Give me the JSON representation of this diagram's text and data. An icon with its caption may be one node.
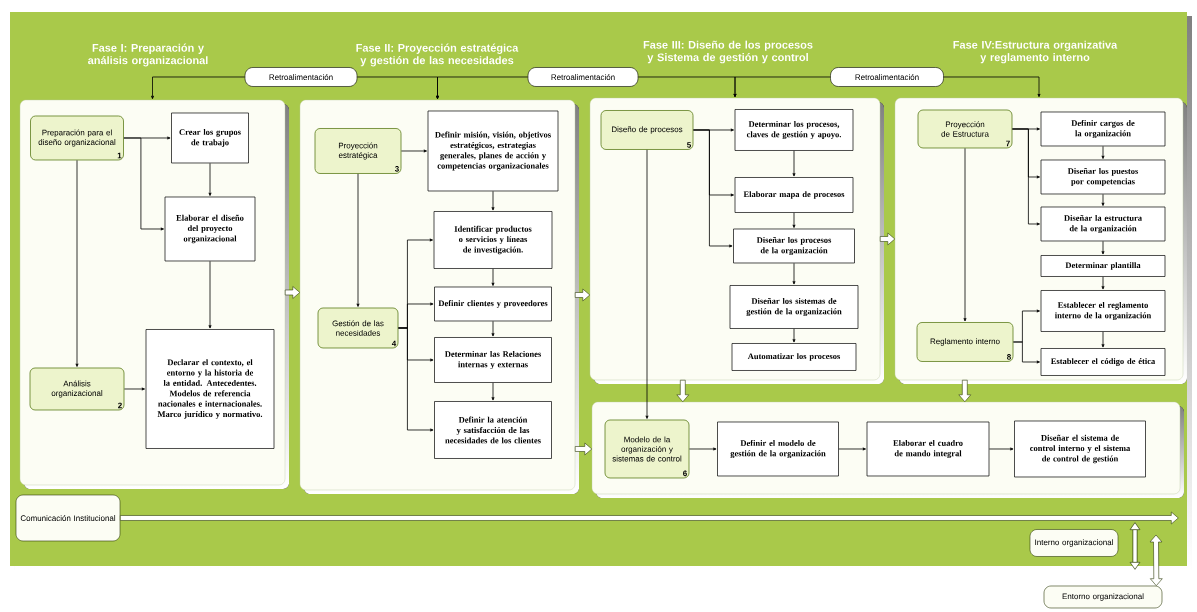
{
  "diagram": {
    "nodes": [
      {
        "text": [],
        "shape": "box"
      },
      {
        "text": [
          "Preparación para el diseño organizacional",
          "1"
        ],
        "in": 0
      },
      {
        "text": [
          "Crear los grupos de trabajo"
        ],
        "in": 0
      },
      {
        "text": [
          "Elaborar el diseño del proyecto organizacional"
        ],
        "in": 0
      },
      {
        "text": [
          "Análisis organizacional",
          "2"
        ],
        "in": 0
      },
      {
        "text": [
          "Declarar el contexto, el entorno y la historia de la entidad. Antecedentes. Modelos de referencia nacionales e internacionales. Marco jurídico y normativo."
        ],
        "in": 0
      },
      {
        "text": [],
        "shape": "box"
      },
      {
        "text": [
          "Proyección estratégica",
          "3"
        ],
        "in": 6
      },
      {
        "text": [
          "Definir misión, visión, objetivos estratégicos, estrategias generales, planes de acción y competencias organizacionales"
        ],
        "in": 6
      },
      {
        "text": [
          "Gestión de las necesidades",
          "4"
        ],
        "in": 6
      },
      {
        "text": [
          "Identificar productos o servicios y líneas de investigación."
        ],
        "in": 6
      },
      {
        "text": [
          "Definir clientes y proveedores"
        ],
        "in": 6
      },
      {
        "text": [
          "Determinar las Relaciones internas y externas"
        ],
        "in": 6
      },
      {
        "text": [
          "Definir la atención y satisfacción de las necesidades de los clientes"
        ],
        "in": 6
      },
      {
        "text": [],
        "shape": "box"
      },
      {
        "text": [
          "Diseño de procesos",
          "5"
        ],
        "in": 14
      },
      {
        "text": [
          "Determinar los procesos, claves de gestión y apoyo."
        ],
        "in": 14
      },
      {
        "text": [
          "Elaborar mapa de procesos"
        ],
        "in": 14
      },
      {
        "text": [
          "Diseñar los procesos de la organización"
        ],
        "in": 14
      },
      {
        "text": [
          "Diseñar los sistemas de gestión de la organización"
        ],
        "in": 14
      },
      {
        "text": [
          "Automatizar los procesos"
        ],
        "in": 14
      },
      {
        "text": [],
        "shape": "box"
      },
      {
        "text": [
          "Proyección de Estructura",
          "7"
        ],
        "in": 21
      },
      {
        "text": [
          "Definir cargos de la organización"
        ],
        "in": 21
      },
      {
        "text": [
          "Diseñar los puestos por competencias"
        ],
        "in": 21
      },
      {
        "text": [
          "Diseñar la estructura de la organización"
        ],
        "in": 21
      },
      {
        "text": [
          "Determinar plantilla"
        ],
        "in": 21
      },
      {
        "text": [
          "Establecer el reglamento interno de la organización"
        ],
        "in": 21
      },
      {
        "text": [
          "Establecer el código de ética"
        ],
        "in": 21
      },
      {
        "text": [
          "Reglamento interno",
          "8"
        ],
        "in": 21
      },
      {
        "text": [],
        "shape": "box"
      },
      {
        "text": [
          "Modelo de la organización y sistemas de control",
          "6"
        ],
        "in": 30
      },
      {
        "text": [
          "Definir el modelo de gestión de la organización"
        ],
        "in": 30
      },
      {
        "text": [
          "Elaborar el cuadro de mando integral"
        ],
        "in": 30
      },
      {
        "text": [
          "Diseñar el sistema de control interno y el sistema de control de gestión"
        ],
        "in": 30
      },
      {
        "text": [
          "Comunicación Institucional"
        ]
      },
      {
        "text": [
          "Interno organizacional"
        ]
      },
      {
        "text": [
          "Entorno organizacional"
        ]
      },
      {
        "text": [
          "Retroalimentación"
        ]
      },
      {
        "text": [
          "Retroalimentación"
        ]
      },
      {
        "text": [
          "Retroalimentación"
        ]
      }
    ],
    "edges": [
      {
        "from": 38,
        "to": 0,
        "arrow": "to"
      },
      {
        "from": 38,
        "to": 6,
        "arrow": "to"
      },
      {
        "from": 39,
        "to": 6,
        "arrow": "to"
      },
      {
        "from": 39,
        "to": 14,
        "arrow": "to"
      },
      {
        "from": 40,
        "to": 14,
        "arrow": "to"
      },
      {
        "from": 40,
        "to": 21,
        "arrow": "to"
      },
      {
        "from": 0,
        "to": 6,
        "arrow": "to",
        "style": "thick"
      },
      {
        "from": 6,
        "to": 14,
        "arrow": "to",
        "style": "thick"
      },
      {
        "from": 14,
        "to": 21,
        "arrow": "to",
        "style": "thick"
      },
      {
        "from": 6,
        "to": 30,
        "arrow": "to",
        "style": "thick"
      },
      {
        "from": 14,
        "to": 30,
        "arrow": "to",
        "style": "thick"
      },
      {
        "from": 21,
        "to": 30,
        "arrow": "to",
        "style": "thick"
      },
      {
        "from": 1,
        "to": 2,
        "arrow": "to"
      },
      {
        "from": 1,
        "to": 3,
        "arrow": "to"
      },
      {
        "from": 2,
        "to": 3,
        "arrow": "to"
      },
      {
        "from": 1,
        "to": 4,
        "arrow": "to"
      },
      {
        "from": 3,
        "to": 5,
        "arrow": "to"
      },
      {
        "from": 4,
        "to": 5,
        "arrow": "to"
      },
      {
        "from": 7,
        "to": 8,
        "arrow": "to"
      },
      {
        "from": 7,
        "to": 9,
        "arrow": "to"
      },
      {
        "from": 8,
        "to": 10,
        "arrow": "to"
      },
      {
        "from": 9,
        "to": 10,
        "arrow": "to"
      },
      {
        "from": 9,
        "to": 11,
        "arrow": "to"
      },
      {
        "from": 9,
        "to": 12,
        "arrow": "to"
      },
      {
        "from": 9,
        "to": 13,
        "arrow": "to"
      },
      {
        "from": 10,
        "to": 11,
        "arrow": "to"
      },
      {
        "from": 11,
        "to": 12,
        "arrow": "to"
      },
      {
        "from": 12,
        "to": 13,
        "arrow": "to"
      },
      {
        "from": 15,
        "to": 16,
        "arrow": "to"
      },
      {
        "from": 15,
        "to": 17,
        "arrow": "to"
      },
      {
        "from": 15,
        "to": 18,
        "arrow": "to"
      },
      {
        "from": 16,
        "to": 17,
        "arrow": "to"
      },
      {
        "from": 17,
        "to": 18,
        "arrow": "to"
      },
      {
        "from": 18,
        "to": 19,
        "arrow": "to"
      },
      {
        "from": 19,
        "to": 20,
        "arrow": "to"
      },
      {
        "from": 15,
        "to": 31,
        "arrow": "to"
      },
      {
        "from": 22,
        "to": 23,
        "arrow": "to"
      },
      {
        "from": 22,
        "to": 24,
        "arrow": "to"
      },
      {
        "from": 22,
        "to": 25,
        "arrow": "to"
      },
      {
        "from": 23,
        "to": 24,
        "arrow": "to"
      },
      {
        "from": 24,
        "to": 25,
        "arrow": "to"
      },
      {
        "from": 25,
        "to": 26,
        "arrow": "to"
      },
      {
        "from": 26,
        "to": 27,
        "arrow": "to"
      },
      {
        "from": 22,
        "to": 29,
        "arrow": "to"
      },
      {
        "from": 29,
        "to": 27,
        "arrow": "to"
      },
      {
        "from": 29,
        "to": 28,
        "arrow": "to"
      },
      {
        "from": 27,
        "to": 28,
        "arrow": "to"
      },
      {
        "from": 31,
        "to": 32,
        "arrow": "to"
      },
      {
        "from": 32,
        "to": 33,
        "arrow": "to"
      },
      {
        "from": 33,
        "to": 34,
        "arrow": "to"
      },
      {
        "from": 35,
        "to": null,
        "arrow": "to",
        "style": "thick"
      },
      {
        "from": null,
        "to": 37,
        "arrow": "both",
        "style": "thick"
      }
    ],
    "labels": [
      "Fase I: Preparación y análisis organizacional",
      "Fase II: Proyección estratégica y gestión de las necesidades",
      "Fase III: Diseño de los procesos y Sistema de gestión y control",
      "Fase IV:Estructura organizativa y reglamento interno"
    ]
  }
}
